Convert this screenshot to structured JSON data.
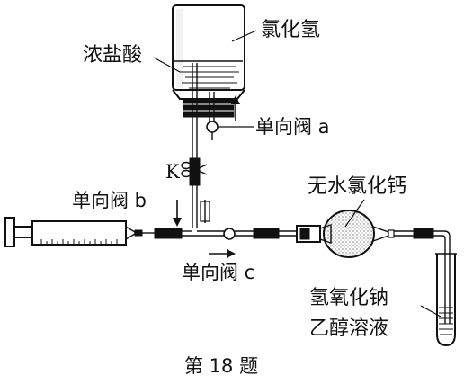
{
  "labels": {
    "hydrogen_chloride": "氯化氢",
    "conc_hcl": "浓盐酸",
    "valve_a": "单向阀 a",
    "clamp_k": "K",
    "valve_b": "单向阀 b",
    "valve_c": "单向阀 c",
    "anhydrous_cacl2": "无水氯化钙",
    "naoh_ethanol_line1": "氢氧化钠",
    "naoh_ethanol_line2": "乙醇溶液",
    "caption": "第 18 题"
  }
}
